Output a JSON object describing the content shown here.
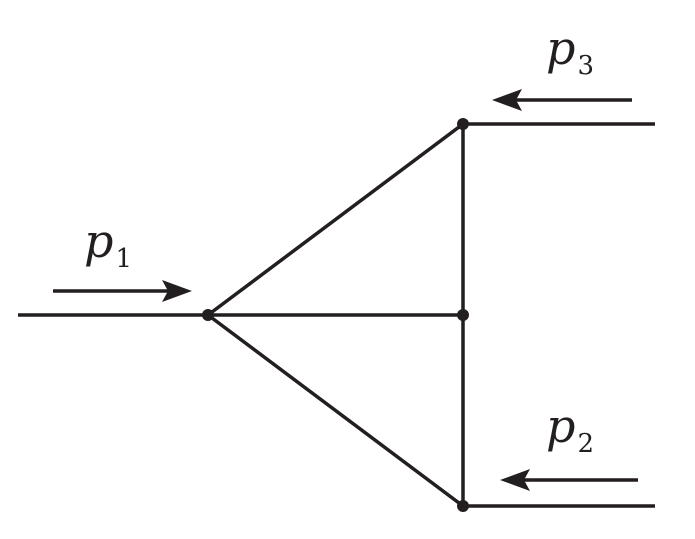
{
  "diagram": {
    "type": "feynman-diagram",
    "line_color": "#231f20",
    "momenta": [
      {
        "symbol": "p",
        "index": "1",
        "direction": "incoming-left"
      },
      {
        "symbol": "p",
        "index": "2",
        "direction": "incoming-right-bottom"
      },
      {
        "symbol": "p",
        "index": "3",
        "direction": "incoming-right-top"
      }
    ]
  }
}
